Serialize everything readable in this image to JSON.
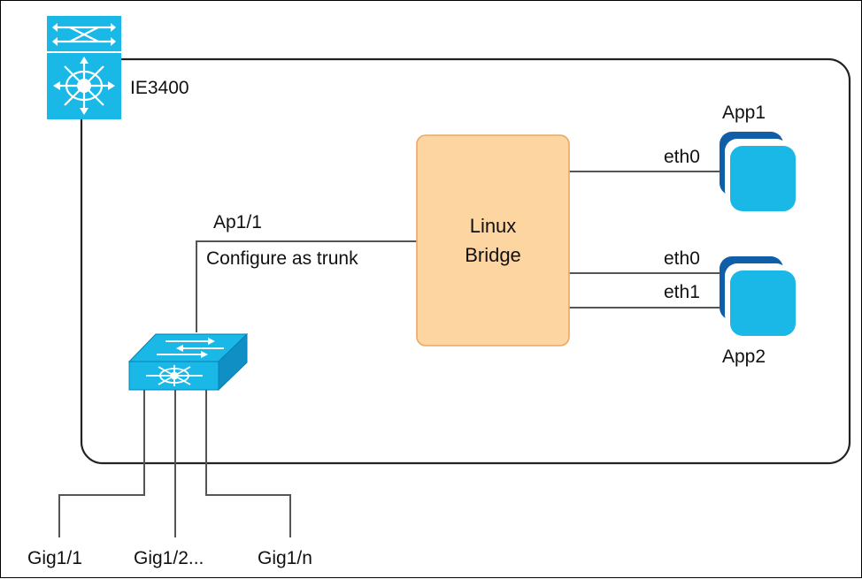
{
  "colors": {
    "device_blue": "#1ab8e6",
    "device_dark": "#0e5fa8",
    "bridge_fill": "#fdd5a0",
    "bridge_border": "#e9a866",
    "line": "#555555"
  },
  "icons": {
    "router": "ie3400-router-icon",
    "switch": "layer3-switch-icon",
    "app": "application-stack-icon"
  },
  "labels": {
    "ie3400": "IE3400",
    "ap_port": "Ap1/1",
    "trunk_note": "Configure as trunk",
    "bridge_line1": "Linux",
    "bridge_line2": "Bridge",
    "app1": "App1",
    "app2": "App2",
    "app1_eth0": "eth0",
    "app2_eth0": "eth0",
    "app2_eth1": "eth1",
    "gig1": "Gig1/1",
    "gig2": "Gig1/2...",
    "gign": "Gig1/n"
  }
}
